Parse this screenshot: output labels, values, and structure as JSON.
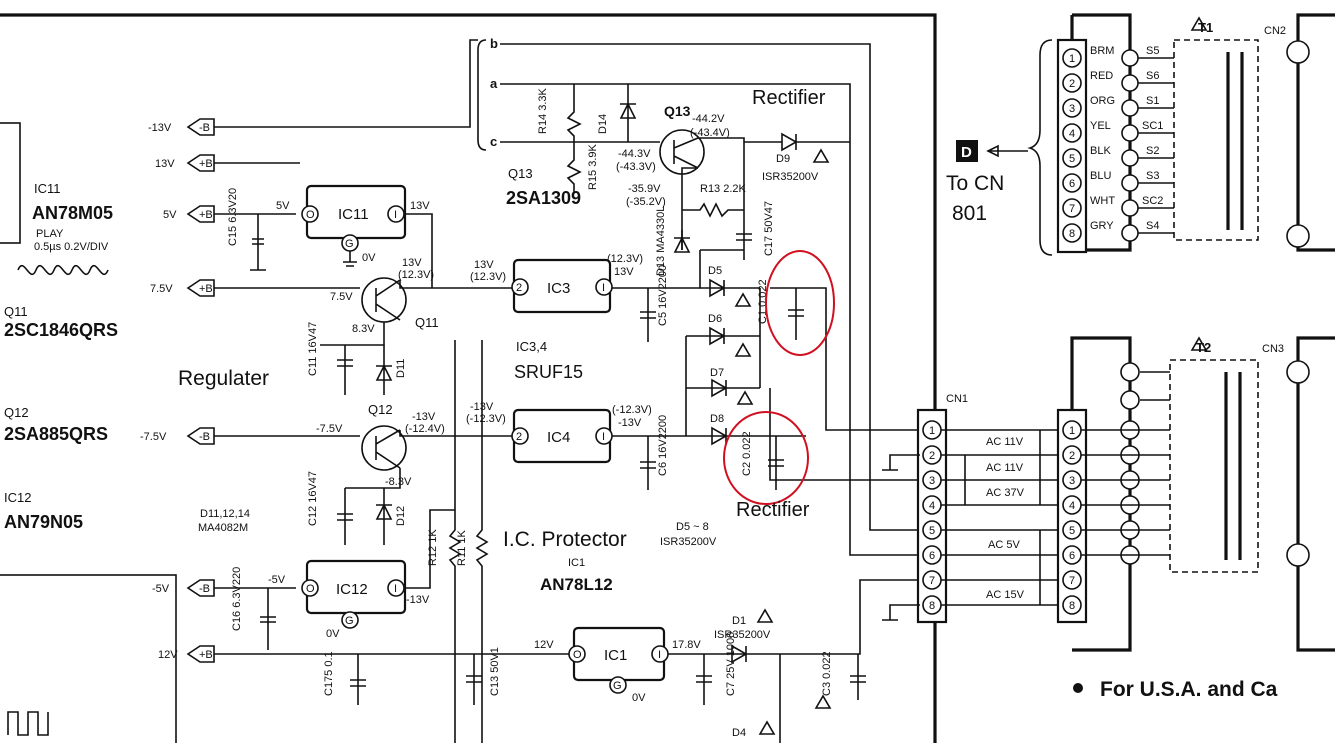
{
  "labels": {
    "rectifier_top": "Rectifier",
    "rectifier_bottom": "Rectifier",
    "regulater": "Regulater",
    "ic_protector": "I.C. Protector",
    "to_cn": "To CN",
    "to_cn_num": "801",
    "marker_d": "D",
    "usa_note": "For U.S.A. and Ca",
    "ic11_name": "IC11",
    "ic11_part": "AN78M05",
    "play": "PLAY",
    "play_scale": "0.5µs 0.2V/DIV",
    "q11_name": "Q11",
    "q11_part": "2SC1846QRS",
    "q12_name": "Q12",
    "q12_part": "2SA885QRS",
    "ic12_name": "IC12",
    "ic12_part": "AN79N05",
    "d_list": "D11,12,14",
    "d_part": "MA4082M",
    "q13_name": "Q13",
    "q13_part": "2SA1309",
    "ic34_name": "IC3,4",
    "ic34_part": "SRUF15",
    "d5to8": "D5 ~ 8",
    "d5to8_part": "ISR35200V",
    "ic1_name": "IC1",
    "ic1_part": "AN78L12",
    "t1": "T1",
    "t2": "T2",
    "cn1": "CN1",
    "cn2": "CN2",
    "cn3": "CN3"
  },
  "left_terminals": [
    {
      "volt": "-13V",
      "tag": "-B"
    },
    {
      "volt": "13V",
      "tag": "+B"
    },
    {
      "volt": "5V",
      "tag": "+B"
    },
    {
      "volt": "7.5V",
      "tag": "+B"
    },
    {
      "volt": "-7.5V",
      "tag": "-B"
    },
    {
      "volt": "-5V",
      "tag": "-B"
    },
    {
      "volt": "12V",
      "tag": "+B"
    }
  ],
  "ics": [
    {
      "name": "IC11",
      "in": "I",
      "out": "O",
      "gnd": "G"
    },
    {
      "name": "IC3",
      "in": "I",
      "out": "2",
      "gnd": ""
    },
    {
      "name": "IC4",
      "in": "I",
      "out": "2",
      "gnd": ""
    },
    {
      "name": "IC12",
      "in": "I",
      "out": "O",
      "gnd": "G"
    },
    {
      "name": "IC1",
      "in": "I",
      "out": "O",
      "gnd": "G"
    }
  ],
  "components": {
    "c15": "C15\n6.3V20",
    "r14": "R14 3.3K",
    "d14": "D14",
    "r15": "R15 3.9K",
    "r13": "R13 2.2K",
    "d13": "D13 MA4330L",
    "c17": "C17 50V47",
    "d9": "D9",
    "d9_part": "ISR35200V",
    "d5": "D5",
    "d6": "D6",
    "d7": "D7",
    "d8": "D8",
    "c5": "C5 16V2200",
    "c6": "C6 16V2200",
    "c1": "C1 0.022",
    "c2": "C2 0.022",
    "c11": "C11 16V47",
    "d11": "D11",
    "c12": "C12 16V47",
    "d12": "D12",
    "r12": "R12 1K",
    "r11": "R11 1K",
    "c16": "C16 6.3V220",
    "c175": "C175 0.1",
    "c13": "C13 50V1",
    "c7": "C7 25V 1000",
    "d1": "D1",
    "d1_part": "ISR35200V",
    "c3": "C3 0.022",
    "d4": "D4"
  },
  "voltages": {
    "q13_a": "-44.2V",
    "q13_b": "(-43.4V)",
    "q13_c": "-44.3V",
    "q13_d": "(-43.3V)",
    "q13_e": "-35.9V",
    "q13_f": "(-35.2V)",
    "ic11_in": "13V",
    "ic11_out": "5V",
    "ic11_gnd": "0V",
    "q11_c": "13V",
    "q11_c2": "(12.3V)",
    "q11_b": "7.5V",
    "q11_e": "8.3V",
    "ic3_in": "13V",
    "ic3_in2": "(12.3V)",
    "ic3_out": "(12.3V)",
    "ic3_out2": "13V",
    "q12_a": "-13V",
    "q12_b": "(-12.4V)",
    "q12_e": "-7.5V",
    "q12_c": "-8.3V",
    "ic4_in": "-13V",
    "ic4_in2": "(-12.3V)",
    "ic4_out": "(-12.3V)",
    "ic4_out2": "-13V",
    "ic12_out": "-5V",
    "ic12_in": "-13V",
    "ic12_gnd": "0V",
    "ic1_in": "17.8V",
    "ic1_out": "12V",
    "ic1_gnd": "0V"
  },
  "cn1_pins": [
    "1",
    "2",
    "3",
    "4",
    "5",
    "6",
    "7",
    "8"
  ],
  "ac_labels": [
    "AC 11V",
    "AC 11V",
    "AC 37V",
    "AC 5V",
    "AC 15V"
  ],
  "wire_colors": [
    "BRM",
    "RED",
    "ORG",
    "YEL",
    "BLK",
    "BLU",
    "WHT",
    "GRY"
  ],
  "s_labels": [
    "S5",
    "S6",
    "S1",
    "SC1",
    "S2",
    "S3",
    "SC2",
    "S4"
  ],
  "abc": [
    "b",
    "a",
    "c"
  ]
}
